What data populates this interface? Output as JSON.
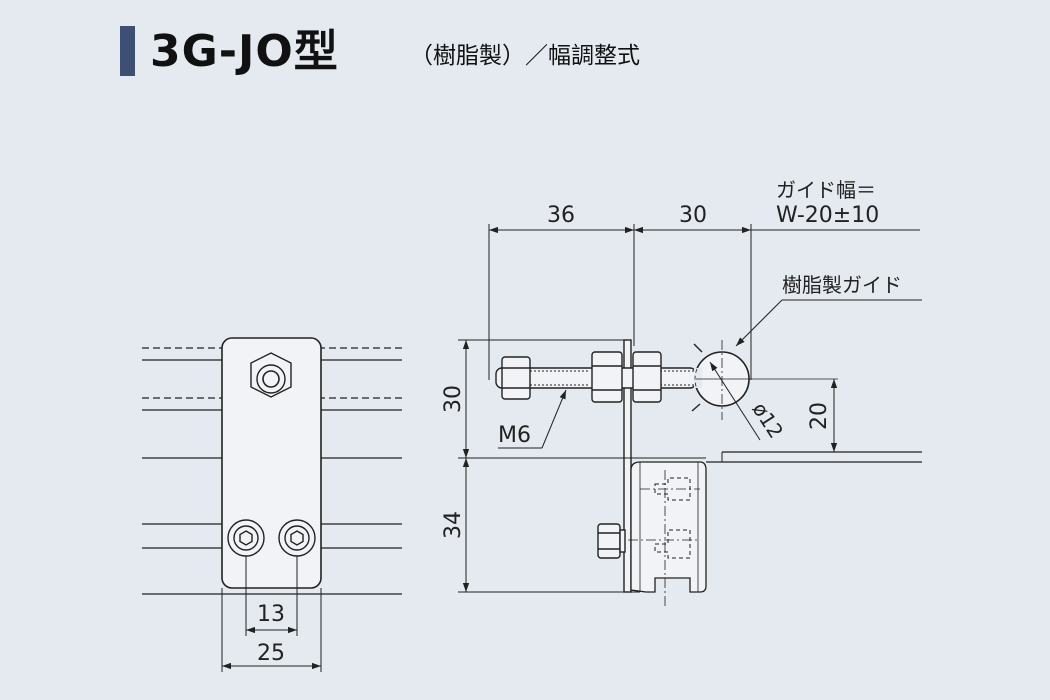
{
  "header": {
    "title": "3G-JO型",
    "subtitle": "（樹脂製）／幅調整式"
  },
  "colors": {
    "background": "#e4eaf0",
    "accent_bar": "#3d4f73",
    "part_fill": "#f1f3f6",
    "line": "#222222"
  },
  "dimensions": {
    "d36": "36",
    "d30_top": "30",
    "guide_width_label": "ガイド幅＝",
    "guide_width_value": "W-20±10",
    "resin_guide": "樹脂製ガイド",
    "d30_left": "30",
    "d34": "34",
    "d20": "20",
    "m6": "M6",
    "phi12": "ø12",
    "d13": "13",
    "d25": "25"
  }
}
